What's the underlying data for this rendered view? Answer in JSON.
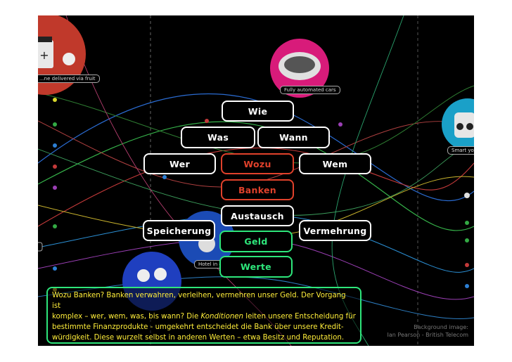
{
  "boxes": {
    "wie": "Wie",
    "was": "Was",
    "wann": "Wann",
    "wer": "Wer",
    "wozu": "Wozu",
    "wem": "Wem",
    "banken": "Banken",
    "austausch": "Austausch",
    "speicherung": "Speicherung",
    "vermehrung": "Vermehrung",
    "geld": "Geld",
    "werte": "Werte"
  },
  "background_labels": {
    "top_left": "...ne delivered via fruit",
    "top_center": "Fully automated cars",
    "right": "Smart yog...",
    "center": "Hotel in orbit"
  },
  "text": {
    "line1": "Wozu Banken? Banken verwahren, verleihen, vermehren unser Geld. Der Vorgang ist",
    "line2_a": "komplex – wer, wem, was, bis wann? Die ",
    "line2_b": "Konditionen",
    "line2_c": " leiten unsere Entscheidung für",
    "line3": "bestimmte Finanzprodukte - umgekehrt entscheidet die Bank über unsere Kredit-",
    "line4": "würdigkeit. Diese wurzelt selbst in anderen Werten – etwa Besitz und Reputation."
  },
  "credit": {
    "line1": "Background image:",
    "line2": "Ian Pearson - British Telecom"
  },
  "colors": {
    "background": "#000000",
    "box_border": "#ffffff",
    "accent_red": "#e0412b",
    "accent_green": "#2ee67b",
    "body_text": "#ffee3a"
  }
}
